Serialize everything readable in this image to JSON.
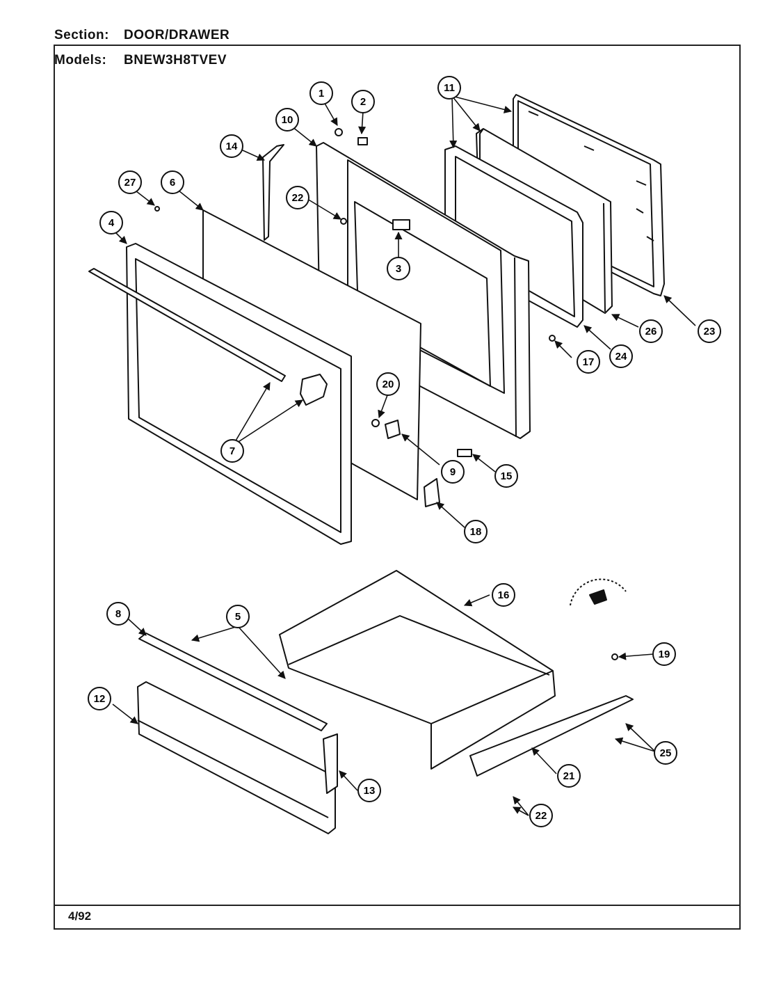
{
  "header": {
    "section_label": "Section:",
    "section_value": "DOOR/DRAWER",
    "models_label": "Models:",
    "models_value": "BNEW3H8TVEV"
  },
  "footer": {
    "date_code": "4/92"
  },
  "callouts": [
    "1",
    "2",
    "10",
    "11",
    "14",
    "27",
    "6",
    "22",
    "3",
    "4",
    "23",
    "26",
    "24",
    "17",
    "20",
    "7",
    "9",
    "15",
    "18",
    "8",
    "5",
    "16",
    "19",
    "12",
    "25",
    "21",
    "13",
    "22"
  ]
}
